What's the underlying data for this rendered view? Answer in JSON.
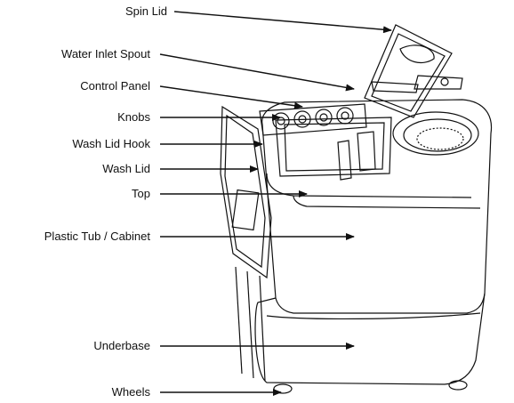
{
  "labels": {
    "spin_lid": "Spin Lid",
    "water_inlet_spout": "Water Inlet Spout",
    "control_panel": "Control Panel",
    "knobs": "Knobs",
    "wash_lid_hook": "Wash Lid Hook",
    "wash_lid": "Wash Lid",
    "top": "Top",
    "plastic_tub_cabinet": "Plastic Tub / Cabinet",
    "underbase": "Underbase",
    "wheels": "Wheels"
  },
  "colors": {
    "line": "#111111",
    "background": "#ffffff"
  }
}
